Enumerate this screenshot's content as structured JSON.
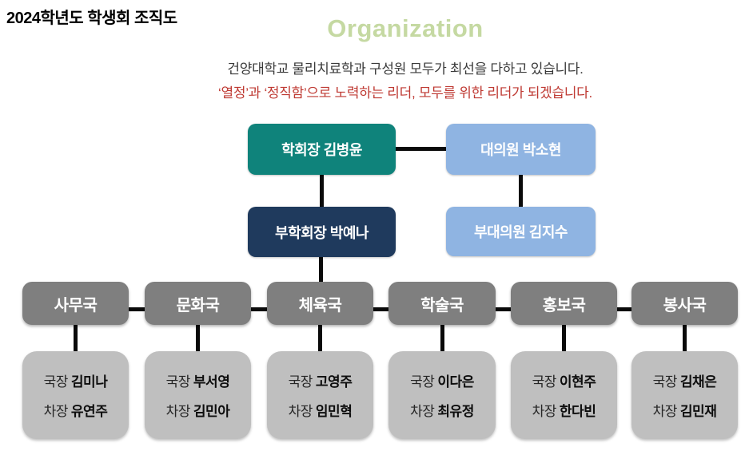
{
  "page_title": "2024학년도 학생회 조직도",
  "header": {
    "heading": "Organization",
    "subtitle_line1": "건양대학교 물리치료학과 구성원 모두가 최선을 다하고 있습니다.",
    "subtitle_line2": "‘열정’과 ‘정직함’으로 노력하는 리더, 모두를 위한 리더가 되겠습니다."
  },
  "colors": {
    "teal": "#0f837b",
    "navy": "#1f3a5d",
    "lightblue": "#8fb4e2",
    "deptgray": "#7f7f7f",
    "staffgray": "#bfbfbf",
    "heading-green": "#c5d9a2",
    "subtitle-dark": "#3a3a3a",
    "subtitle-red": "#bf3a33",
    "connector": "#0a0a0a"
  },
  "org_chart": {
    "leadership": {
      "chairman": {
        "label": "학회장 김병윤"
      },
      "representative": {
        "label": "대의원 박소현"
      },
      "vice_chairman": {
        "label": "부학회장 박예나"
      },
      "vice_representative": {
        "label": "부대의원 김지수"
      }
    },
    "labels": {
      "director": "국장",
      "deputy": "차장"
    },
    "departments": [
      {
        "name": "사무국",
        "director": "김미나",
        "deputy": "유연주"
      },
      {
        "name": "문화국",
        "director": "부서영",
        "deputy": "김민아"
      },
      {
        "name": "체육국",
        "director": "고영주",
        "deputy": "임민혁"
      },
      {
        "name": "학술국",
        "director": "이다은",
        "deputy": "최유정"
      },
      {
        "name": "홍보국",
        "director": "이현주",
        "deputy": "한다빈"
      },
      {
        "name": "봉사국",
        "director": "김채은",
        "deputy": "김민재"
      }
    ]
  }
}
